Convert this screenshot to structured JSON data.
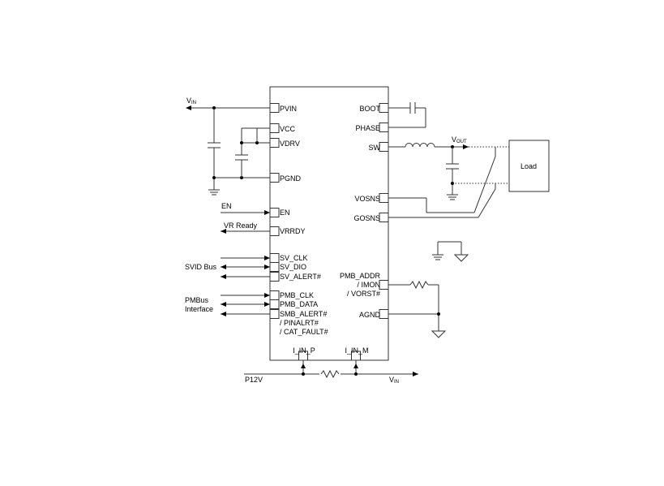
{
  "chip": {
    "pins_left": [
      "PVIN",
      "VCC",
      "VDRV",
      "PGND",
      "EN",
      "VRRDY",
      "SV_CLK",
      "SV_DIO",
      "SV_ALERT#",
      "PMB_CLK",
      "PMB_DATA",
      "SMB_ALERT#",
      "/ PINALRT#",
      "/ CAT_FAULT#"
    ],
    "pins_right": [
      "BOOT",
      "PHASE",
      "SW",
      "VOSNS",
      "GOSNS",
      "PMB_ADDR",
      "/ IMON",
      "/ VORST#",
      "AGND"
    ],
    "pins_bottom": [
      "I_IN_P",
      "I_IN_M"
    ]
  },
  "signals": {
    "vin_top_main": "V",
    "vin_top_sub": "IN",
    "en": "EN",
    "vr_ready": "VR Ready",
    "svid_bus": "SVID Bus",
    "pmbus_line1": "PMBus",
    "pmbus_line2": "Interface",
    "p12v": "P12V",
    "vin_bottom_main": "V",
    "vin_bottom_sub": "IN",
    "vout_main": "V",
    "vout_sub": "OUT",
    "load": "Load"
  }
}
